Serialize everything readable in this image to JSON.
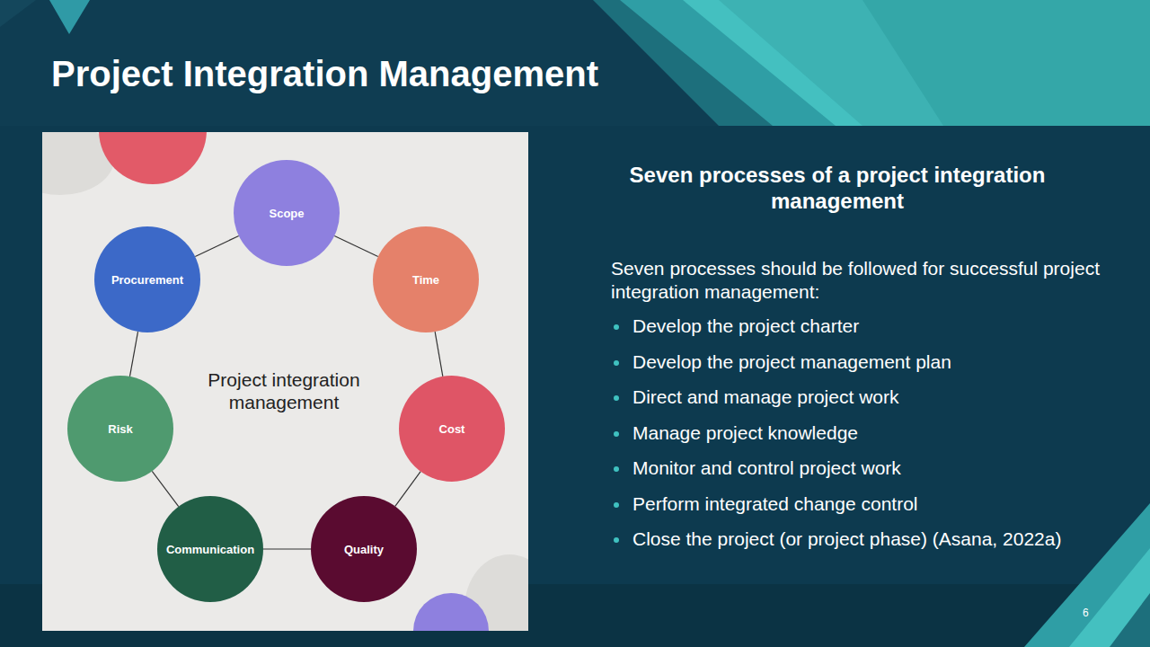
{
  "diagram": {
    "title": "Project Integration Management",
    "nodes": [
      {
        "text": [
          "Project integration management"
        ]
      },
      {
        "text": [
          "Scope"
        ],
        "in": 0
      },
      {
        "text": [
          "Time"
        ],
        "in": 0
      },
      {
        "text": [
          "Cost"
        ],
        "in": 0
      },
      {
        "text": [
          "Quality"
        ],
        "in": 0
      },
      {
        "text": [
          "Communication"
        ],
        "in": 0
      },
      {
        "text": [
          "Risk"
        ],
        "in": 0
      },
      {
        "text": [
          "Procurement"
        ],
        "in": 0
      }
    ],
    "edges": [
      {
        "from": 1,
        "to": 2,
        "arrow": "none"
      },
      {
        "from": 2,
        "to": 3,
        "arrow": "none"
      },
      {
        "from": 3,
        "to": 4,
        "arrow": "none"
      },
      {
        "from": 4,
        "to": 5,
        "arrow": "none"
      },
      {
        "from": 5,
        "to": 6,
        "arrow": "none"
      },
      {
        "from": 6,
        "to": 7,
        "arrow": "none"
      },
      {
        "from": 7,
        "to": 1,
        "arrow": "none"
      }
    ],
    "labels": [
      "Seven processes of a project integration management",
      "Seven processes should be followed for successful project integration management:",
      "Develop the project charter",
      "Develop the project management plan",
      "Direct and manage project work",
      "Manage project knowledge",
      "Monitor and control project work",
      "Perform integrated change control",
      "Close the project (or project phase) (Asana, 2022a)",
      "6"
    ]
  }
}
